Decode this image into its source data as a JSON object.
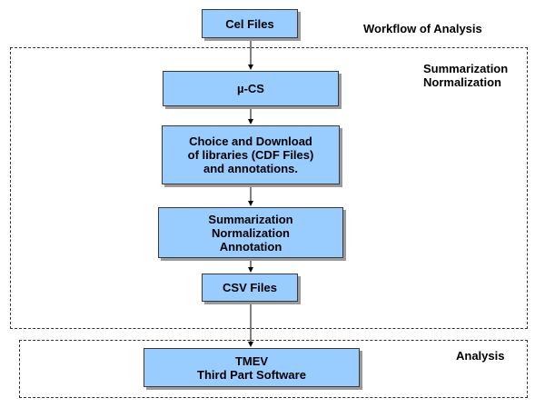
{
  "title": "Workflow of Analysis",
  "groups": {
    "processing": {
      "labels": [
        "Summarization",
        "Normalization"
      ]
    },
    "analysis": {
      "label": "Analysis"
    }
  },
  "nodes": {
    "cel_files": {
      "lines": [
        "Cel Files"
      ]
    },
    "mu_cs": {
      "lines": [
        "µ-CS"
      ]
    },
    "choice_download": {
      "lines": [
        "Choice and Download",
        "of libraries (CDF Files)",
        "and annotations."
      ]
    },
    "summarization": {
      "lines": [
        "Summarization",
        "Normalization",
        "Annotation"
      ]
    },
    "csv_files": {
      "lines": [
        "CSV Files"
      ]
    },
    "tmev": {
      "lines": [
        "TMEV",
        "Third Part Software"
      ]
    }
  },
  "colors": {
    "box_fill": "#99ccff",
    "box_border": "#3a3a3a",
    "shadow": "#9a9a9a"
  }
}
